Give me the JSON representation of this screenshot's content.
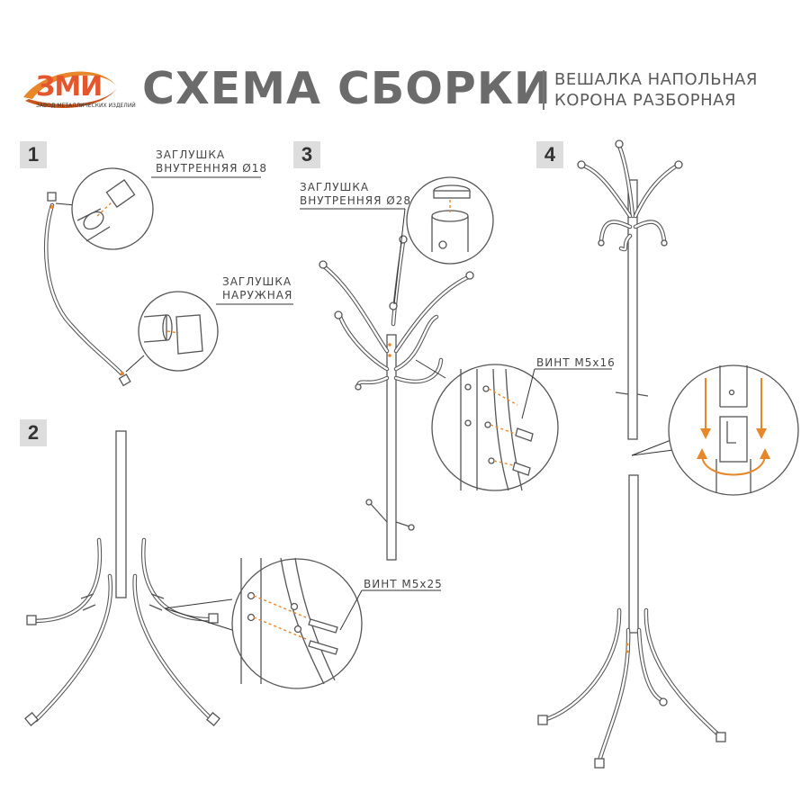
{
  "brand": {
    "logo_text": "ЗМИ",
    "logo_subtext": "ЗАВОД МЕТАЛЛИЧЕСКИХ ИЗДЕЛИЙ"
  },
  "header": {
    "title": "СХЕМА СБОРКИ",
    "subtitle_line1": "ВЕШАЛКА НАПОЛЬНАЯ",
    "subtitle_line2": "КОРОНА РАЗБОРНАЯ"
  },
  "steps": [
    {
      "number": "1",
      "labels": [
        "ЗАГЛУШКА",
        "ВНУТРЕННЯЯ Ø18",
        "ЗАГЛУШКА",
        "НАРУЖНАЯ"
      ]
    },
    {
      "number": "2",
      "labels": [
        "ВИНТ М5х25"
      ]
    },
    {
      "number": "3",
      "labels": [
        "ЗАГЛУШКА",
        "ВНУТРЕННЯЯ Ø28",
        "ВИНТ М5х16"
      ]
    },
    {
      "number": "4",
      "labels": []
    }
  ],
  "colors": {
    "accent": "#e8862a",
    "line": "#555555",
    "title": "#6b6b6b",
    "step_bg": "#dddddd",
    "logo_red": "#e4572e"
  }
}
